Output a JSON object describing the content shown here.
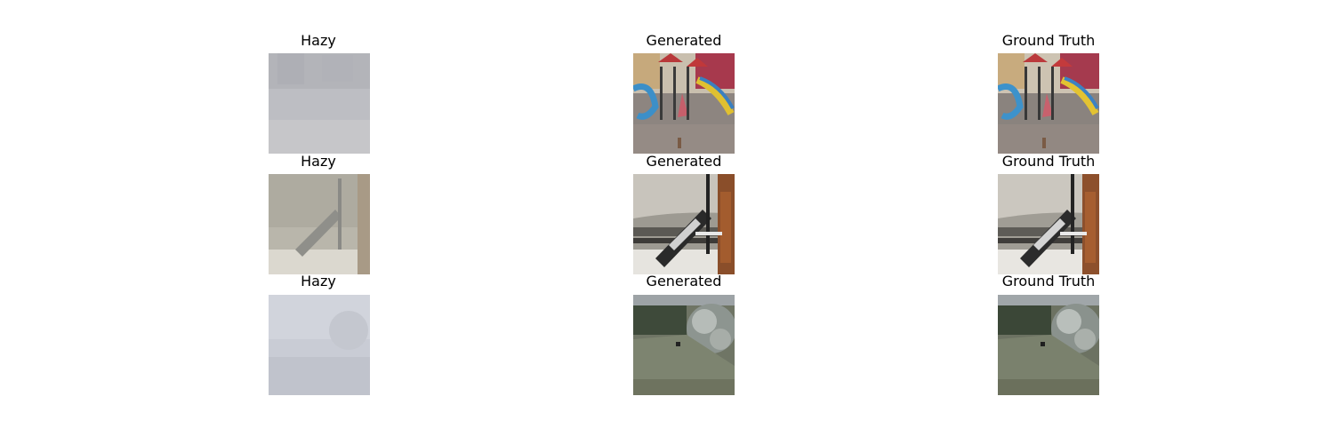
{
  "columns": [
    "Hazy",
    "Generated",
    "Ground Truth"
  ],
  "rows": [
    {
      "titles": [
        "Hazy",
        "Generated",
        "Ground Truth"
      ],
      "scene": "playground"
    },
    {
      "titles": [
        "Hazy",
        "Generated",
        "Ground Truth"
      ],
      "scene": "telescope"
    },
    {
      "titles": [
        "Hazy",
        "Generated",
        "Ground Truth"
      ],
      "scene": "garden"
    }
  ]
}
